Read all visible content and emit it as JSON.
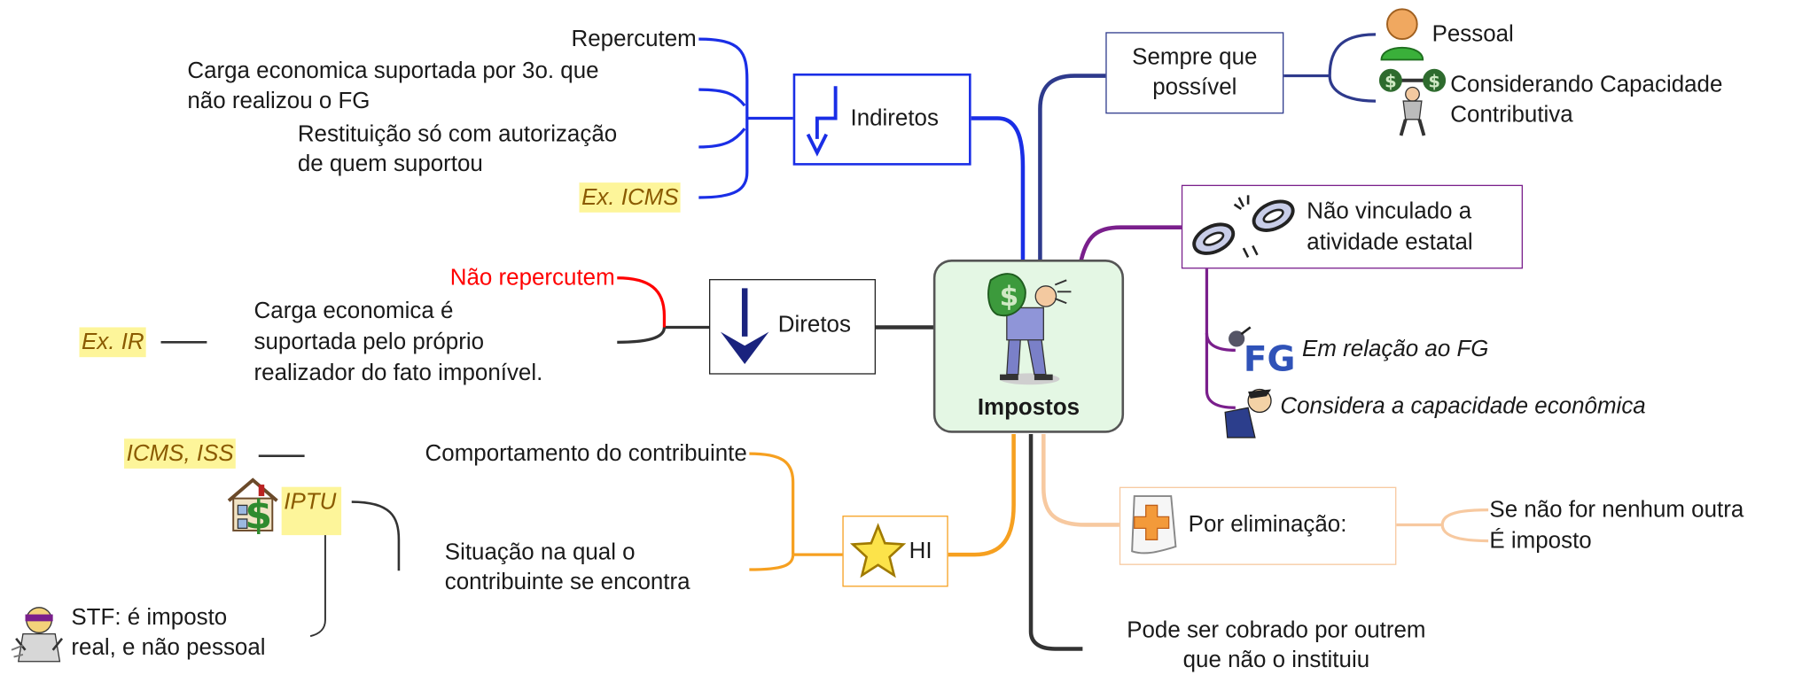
{
  "central": {
    "label": "Impostos",
    "icon": "money-man-icon"
  },
  "indiretos": {
    "label": "Indiretos",
    "icon": "arrow-down-return-icon",
    "items": [
      "Repercutem",
      "Carga economica suportada por 3o. que",
      "não realizou o FG",
      "Restituição só com autorização",
      "de quem suportou",
      "Ex. ICMS"
    ]
  },
  "diretos": {
    "label": "Diretos",
    "icon": "arrow-down-icon",
    "nao_repercutem": "Não repercutem",
    "carga_lines": [
      "Carga economica é",
      "suportada pelo próprio",
      "realizador do fato imponível."
    ],
    "example": "Ex. IR"
  },
  "hi": {
    "label": "HI",
    "icon": "star-icon",
    "comportamento": "Comportamento do contribuinte",
    "icms_iss": "ICMS, ISS",
    "iptu": "IPTU",
    "iptu_icon": "house-dollar-icon",
    "situacao_lines": [
      "Situação na qual o",
      "contribuinte se encontra"
    ],
    "stf_lines": [
      "STF: é imposto",
      "real, e não pessoal"
    ],
    "stf_icon": "detective-icon"
  },
  "sempre": {
    "label_lines": [
      "Sempre que",
      "possível"
    ],
    "pessoal": "Pessoal",
    "pessoal_icon": "person-icon",
    "capacidade_lines": [
      "Considerando Capacidade",
      "Contributiva"
    ],
    "capacidade_icon": "weightlifter-dollar-icon"
  },
  "nao_vinculado": {
    "label_lines": [
      "Não vinculado a",
      "atividade estatal"
    ],
    "icon": "broken-chain-icon",
    "fg_label": "Em relação ao FG",
    "fg_icon": "fg-icon",
    "capacidade_label": "Considera a capacidade econômica",
    "capacidade_icon": "mascot-icon"
  },
  "eliminacao": {
    "label": "Por eliminação:",
    "icon": "plus-paper-icon",
    "line1": "Se não for nenhum outra",
    "line2": "É  imposto"
  },
  "outrem": {
    "lines": [
      "Pode ser cobrado por outrem",
      "que não o instituiu"
    ]
  },
  "colors": {
    "blue": "#1a2ee6",
    "navy": "#2e3a8c",
    "purple": "#7a1f8c",
    "orange": "#f6a020",
    "peach": "#f7c9a0",
    "dark": "#333333",
    "red": "#ff0000",
    "highlight": "#fdf59a"
  }
}
